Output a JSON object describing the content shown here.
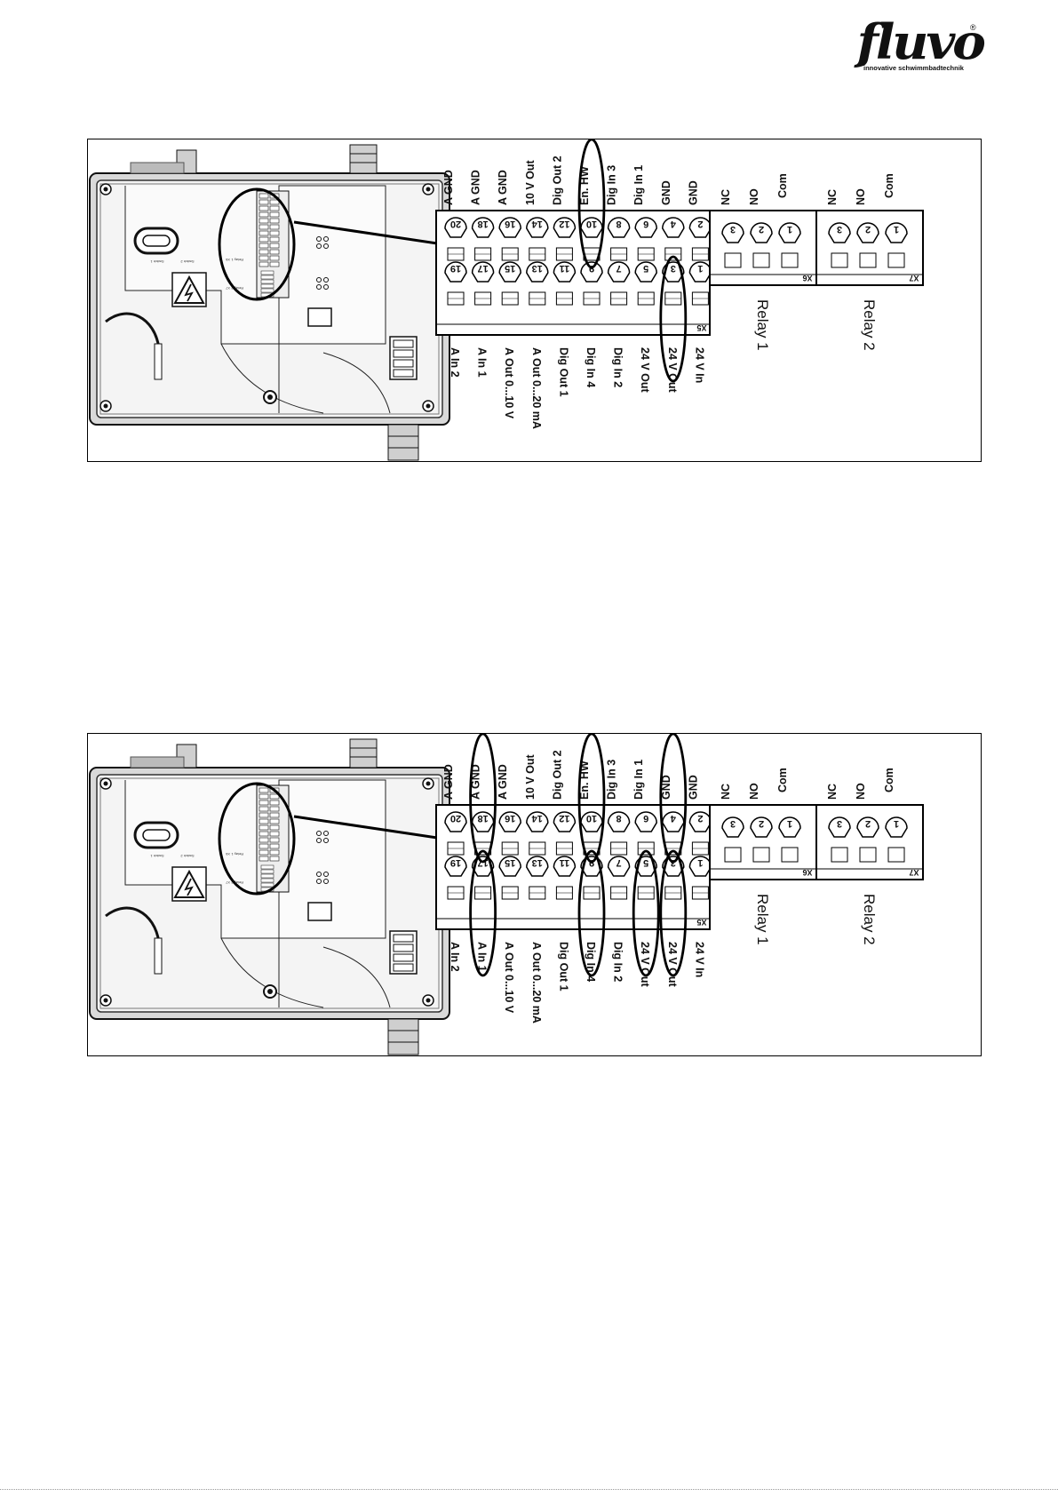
{
  "logo": {
    "wordmark": "fluvo",
    "registered": "®",
    "tagline": "innovative schwimmbadtechnik"
  },
  "terminal_block_x5": {
    "block_label": "X5",
    "upper_terminals": [
      {
        "number": "20",
        "label": "A GND"
      },
      {
        "number": "18",
        "label": "A GND"
      },
      {
        "number": "16",
        "label": "A GND"
      },
      {
        "number": "14",
        "label": "10 V Out"
      },
      {
        "number": "12",
        "label": "Dig Out 2"
      },
      {
        "number": "10",
        "label": "En. HW"
      },
      {
        "number": "8",
        "label": "Dig In 3"
      },
      {
        "number": "6",
        "label": "Dig In 1"
      },
      {
        "number": "4",
        "label": "GND"
      },
      {
        "number": "2",
        "label": "GND"
      }
    ],
    "lower_terminals": [
      {
        "number": "19",
        "label": "A In 2"
      },
      {
        "number": "17",
        "label": "A In 1"
      },
      {
        "number": "15",
        "label": "A Out 0...10 V"
      },
      {
        "number": "13",
        "label": "A Out 0...20 mA"
      },
      {
        "number": "11",
        "label": "Dig Out 1"
      },
      {
        "number": "9",
        "label": "Dig In 4"
      },
      {
        "number": "7",
        "label": "Dig In 2"
      },
      {
        "number": "5",
        "label": "24 V Out"
      },
      {
        "number": "3",
        "label": "24 V Out"
      },
      {
        "number": "1",
        "label": "24 V In"
      }
    ]
  },
  "relay_blocks": [
    {
      "block_label": "X6",
      "title": "Relay 1",
      "terminals": [
        {
          "number": "3",
          "label": "NC"
        },
        {
          "number": "2",
          "label": "NO"
        },
        {
          "number": "1",
          "label": "Com"
        }
      ]
    },
    {
      "block_label": "X7",
      "title": "Relay 2",
      "terminals": [
        {
          "number": "3",
          "label": "NC"
        },
        {
          "number": "2",
          "label": "NO"
        },
        {
          "number": "1",
          "label": "Com"
        }
      ]
    }
  ],
  "board_print": {
    "relay1": "Relay 1",
    "relay2": "Relay 2",
    "x6": "X6",
    "x7": "X7",
    "switch1": "Switch 1",
    "switch2": "Switch 2"
  },
  "figures": [
    {
      "id": "figure-top",
      "highlighted_upper": [
        "10"
      ],
      "highlighted_lower": [
        "3"
      ]
    },
    {
      "id": "figure-bottom",
      "highlighted_upper": [
        "18",
        "10",
        "4"
      ],
      "highlighted_lower": [
        "17",
        "9",
        "5",
        "3"
      ]
    }
  ]
}
